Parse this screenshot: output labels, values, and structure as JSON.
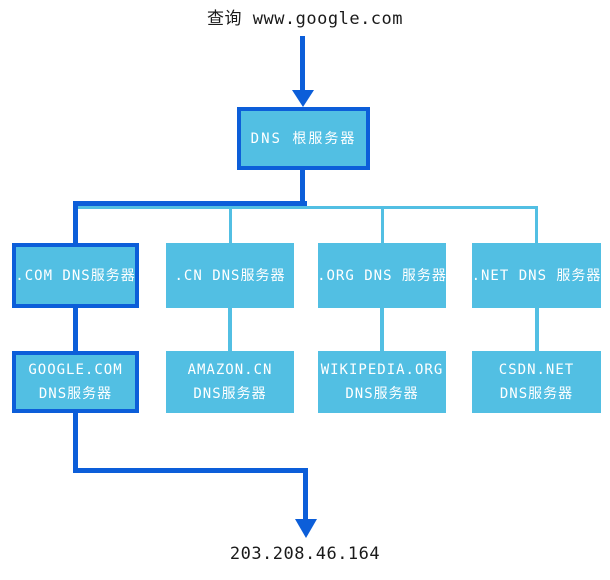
{
  "query": {
    "label": "查询 www.google.com"
  },
  "result": {
    "ip": "203.208.46.164"
  },
  "colors": {
    "path": "#0c5ed9",
    "fill": "#52bfe3",
    "node_text": "#ffffff",
    "label_text": "#1a1a1a"
  },
  "nodes": {
    "root": {
      "label": "DNS 根服务器"
    },
    "tld": [
      {
        "id": "com",
        "label": ".COM DNS服务器",
        "highlighted": true
      },
      {
        "id": "cn",
        "label": ".CN DNS服务器",
        "highlighted": false
      },
      {
        "id": "org",
        "label": ".ORG DNS 服务器",
        "highlighted": false
      },
      {
        "id": "net",
        "label": ".NET DNS 服务器",
        "highlighted": false
      }
    ],
    "authoritative": [
      {
        "id": "google",
        "line1": "GOOGLE.COM",
        "line2": "DNS服务器",
        "highlighted": true
      },
      {
        "id": "amazon",
        "line1": "AMAZON.CN",
        "line2": "DNS服务器",
        "highlighted": false
      },
      {
        "id": "wikipedia",
        "line1": "WIKIPEDIA.ORG",
        "line2": "DNS服务器",
        "highlighted": false
      },
      {
        "id": "csdn",
        "line1": "CSDN.NET",
        "line2": "DNS服务器",
        "highlighted": false
      }
    ]
  }
}
